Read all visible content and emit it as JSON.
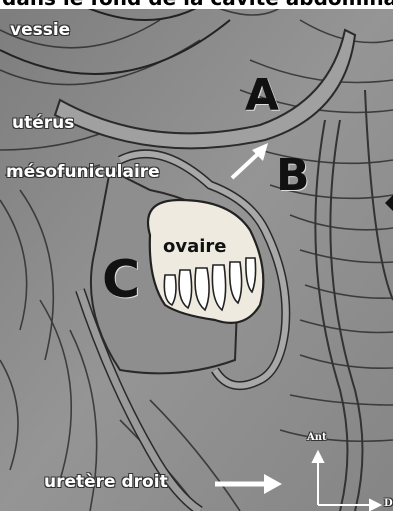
{
  "header_fragment": "dans le fond de la cavité abdominale, vue de dessous, chez la (",
  "labels": {
    "vessie": "vessie",
    "uterus": "utérus",
    "mesofuniculaire": "mésofuniculaire",
    "ovaire": "ovaire",
    "uretere": "uretère droit",
    "ant": "Ant",
    "d": "D",
    "A": "A",
    "B": "B",
    "C": "C"
  },
  "colors": {
    "background": "#8a8a8a",
    "ovary": "#eeeadf",
    "strokes": "#333333",
    "arrow": "#ffffff"
  }
}
